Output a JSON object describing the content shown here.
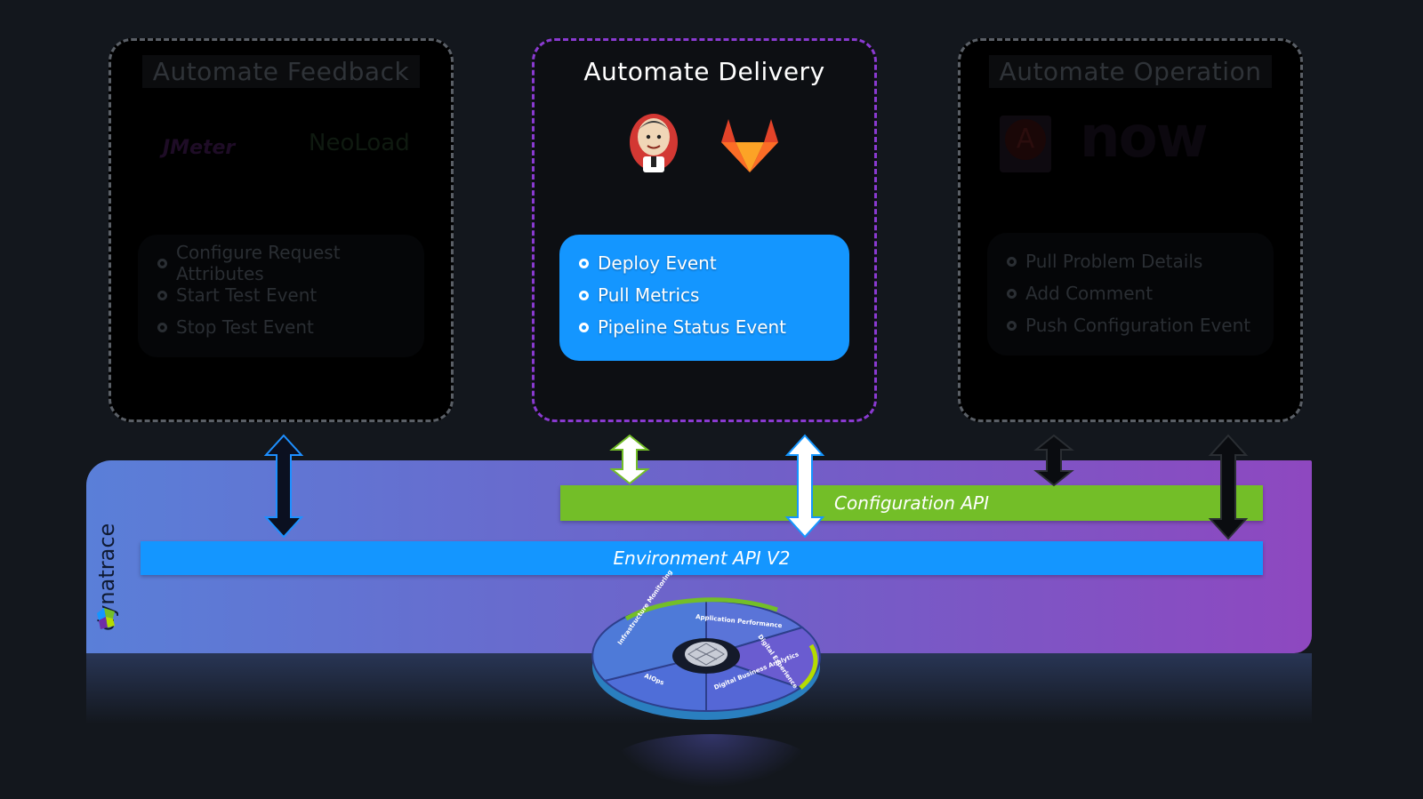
{
  "panels": {
    "feedback": {
      "title": "Automate Feedback",
      "logos": [
        "JMeter",
        "NeoLoad"
      ],
      "events": [
        "Configure Request Attributes",
        "Start Test Event",
        "Stop Test Event"
      ]
    },
    "delivery": {
      "title": "Automate Delivery",
      "logos": [
        "jenkins-logo",
        "gitlab-logo"
      ],
      "events": [
        "Deploy Event",
        "Pull Metrics",
        "Pipeline Status Event"
      ]
    },
    "operation": {
      "title": "Automate Operation",
      "logos": [
        "A",
        "now"
      ],
      "events": [
        "Pull Problem Details",
        "Add Comment",
        "Push Configuration Event"
      ]
    }
  },
  "apis": {
    "configuration": "Configuration API",
    "environment": "Environment API V2"
  },
  "brand": "dynatrace",
  "wheel": {
    "segments": [
      "Application Performance",
      "Digital Experience",
      "Digital Business Analytics",
      "AIOps",
      "Infrastructure Monitoring"
    ]
  },
  "colors": {
    "accent_blue": "#1496ff",
    "config_green": "#73be28",
    "delivery_border": "#8a3ad1",
    "platform_start": "#5a7fd8",
    "platform_end": "#8e48c0"
  }
}
